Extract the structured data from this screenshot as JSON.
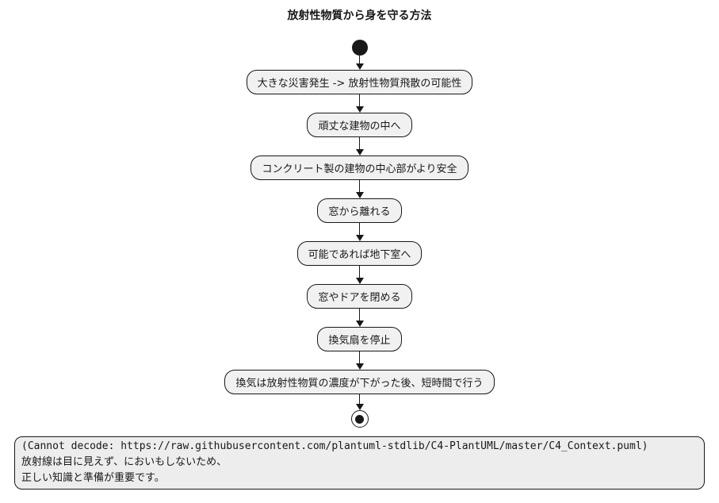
{
  "title": "放射性物質から身を守る方法",
  "diagram": {
    "type": "activity-flowchart",
    "start_node": "start",
    "end_node": "end",
    "steps": [
      {
        "label": "大きな災害発生 -> 放射性物質飛散の可能性"
      },
      {
        "label": "頑丈な建物の中へ"
      },
      {
        "label": "コンクリート製の建物の中心部がより安全"
      },
      {
        "label": "窓から離れる"
      },
      {
        "label": "可能であれば地下室へ"
      },
      {
        "label": "窓やドアを閉める"
      },
      {
        "label": "換気扇を停止"
      },
      {
        "label": "換気は放射性物質の濃度が下がった後、短時間で行う"
      }
    ]
  },
  "note": {
    "lines": [
      "(Cannot decode: https://raw.githubusercontent.com/plantuml-stdlib/C4-PlantUML/master/C4_Context.puml)",
      "放射線は目に見えず、においもしないため、",
      "正しい知識と準備が重要です。"
    ]
  },
  "colors": {
    "activity_fill": "#F1F1F1",
    "activity_border": "#181818",
    "note_fill": "#EDEDED",
    "note_border": "#181818",
    "arrow": "#181818"
  }
}
